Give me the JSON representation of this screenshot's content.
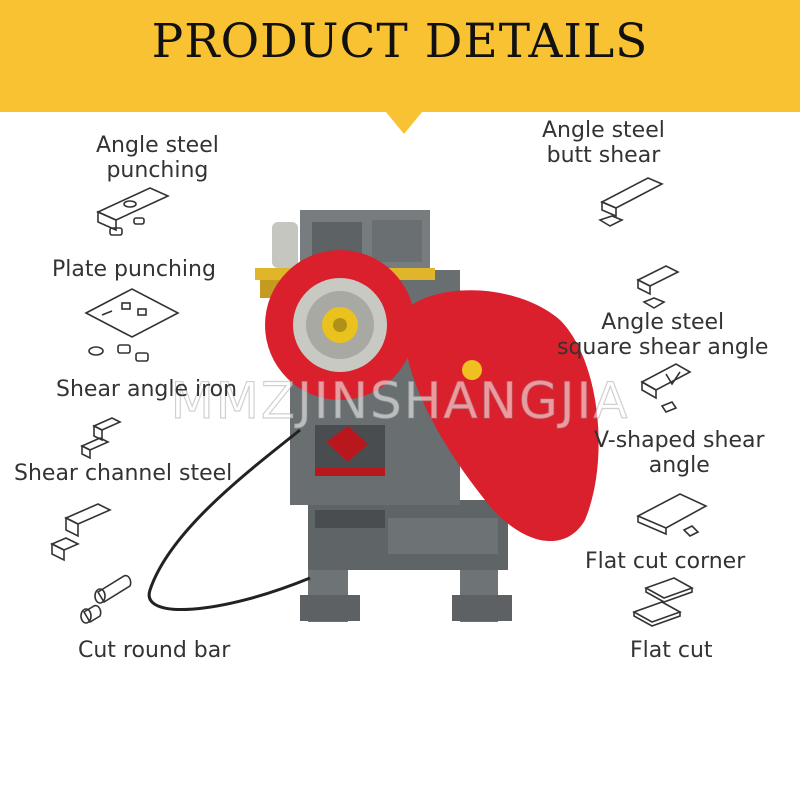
{
  "banner": {
    "title": "PRODUCT DETAILS"
  },
  "watermark": "MMZJINSHANGJIA",
  "left_labels": {
    "angle_steel_punching": [
      "Angle steel",
      "punching"
    ],
    "plate_punching": "Plate punching",
    "shear_angle_iron": "Shear angle iron",
    "shear_channel_steel": "Shear channel steel",
    "cut_round_bar": "Cut round bar"
  },
  "right_labels": {
    "angle_steel_butt_shear": [
      "Angle steel",
      "butt shear"
    ],
    "angle_steel_square_shear_angle": [
      "Angle steel",
      "square shear angle"
    ],
    "v_shaped_shear_angle": [
      "V-shaped shear",
      "angle"
    ],
    "flat_cut_corner": "Flat cut corner",
    "flat_cut": "Flat cut"
  },
  "colors": {
    "banner": "#f9c233",
    "machine_red": "#d9202c",
    "machine_gray": "#6b7072"
  }
}
